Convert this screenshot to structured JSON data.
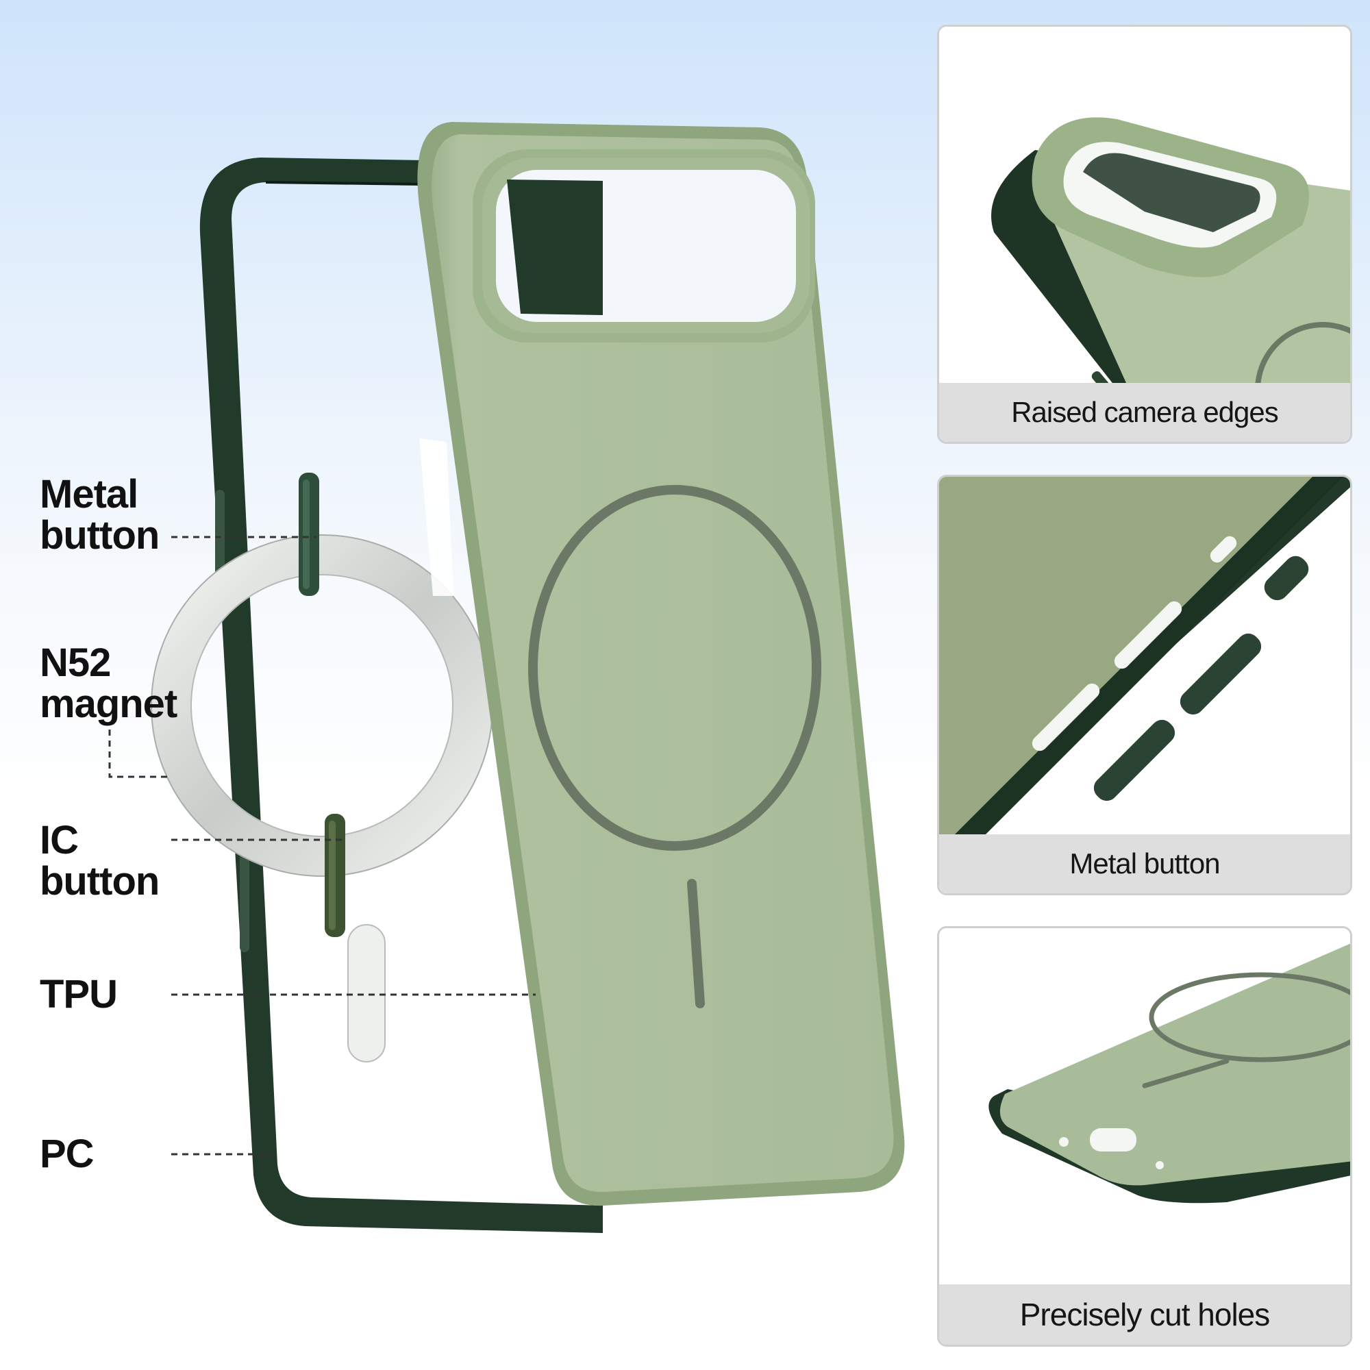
{
  "callouts": {
    "metal_button": "Metal\nbutton",
    "n52_magnet": "N52\nmagnet",
    "ic_button": "IC\nbutton",
    "tpu": "TPU",
    "pc": "PC"
  },
  "panels": [
    {
      "caption": "Raised camera edges"
    },
    {
      "caption": "Metal button"
    },
    {
      "caption": "Precisely cut holes"
    }
  ],
  "colors": {
    "sage_green": "#abbe9b",
    "dark_green": "#223a2a",
    "ring_gray": "#6b7866",
    "magnet_ring": "#d8dbd8"
  }
}
